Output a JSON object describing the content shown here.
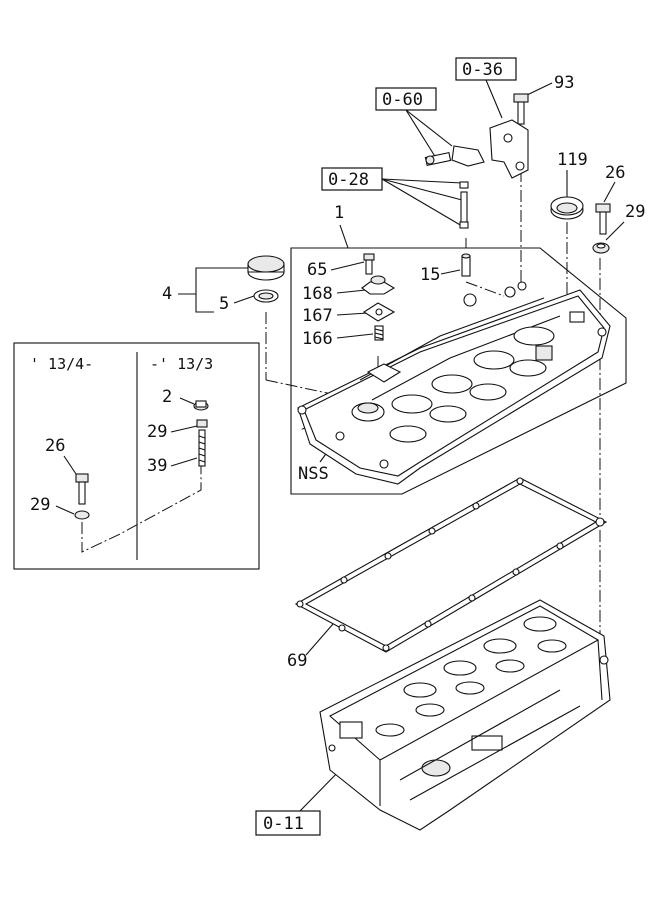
{
  "diagram": {
    "references": {
      "ref_0_36": "0-36",
      "ref_0_60": "0-60",
      "ref_0_28": "0-28",
      "ref_0_11": "0-11"
    },
    "callouts": {
      "p93": "93",
      "p119": "119",
      "p26_top": "26",
      "p29_top": "29",
      "p1": "1",
      "p65": "65",
      "p15": "15",
      "p168": "168",
      "p167": "167",
      "p166": "166",
      "p4": "4",
      "p5": "5",
      "nss": "NSS",
      "p69": "69"
    },
    "inset": {
      "left_variant": "' 13/4-",
      "right_variant": "-' 13/3",
      "p2": "2",
      "p29_right": "29",
      "p39": "39",
      "p26_left": "26",
      "p29_left": "29"
    }
  }
}
